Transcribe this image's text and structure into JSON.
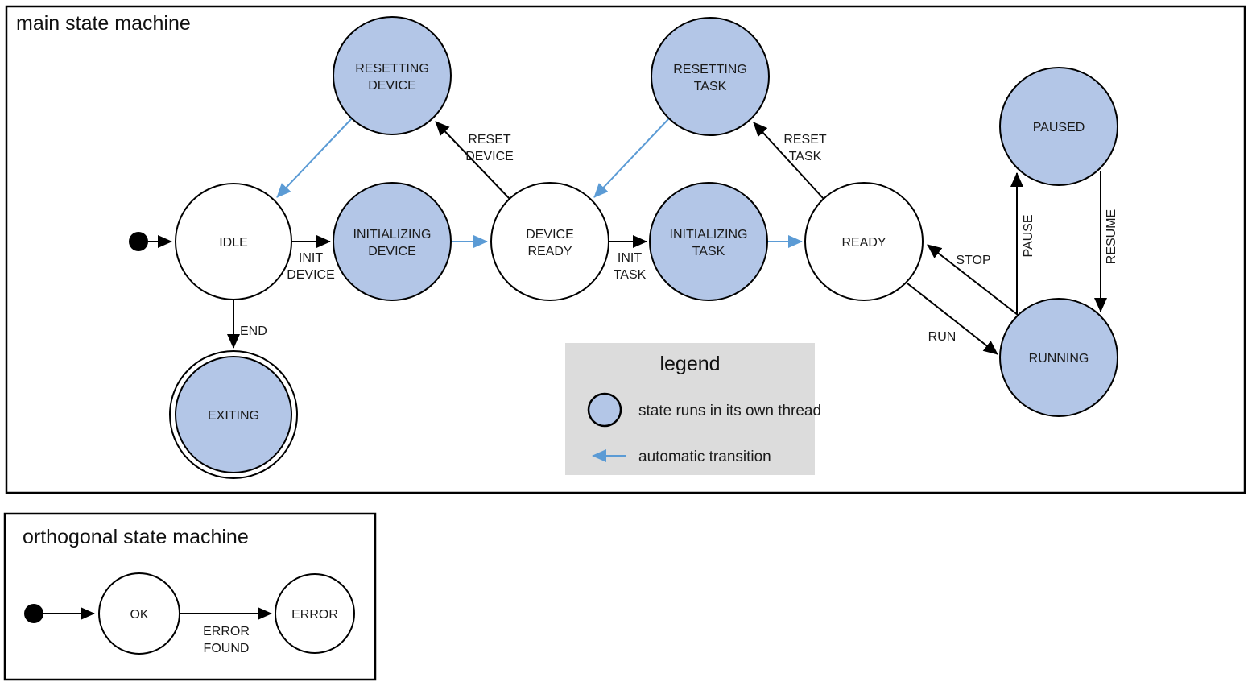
{
  "main": {
    "title": "main state machine",
    "states": {
      "resetting_device": {
        "line1": "RESETTING",
        "line2": "DEVICE"
      },
      "resetting_task": {
        "line1": "RESETTING",
        "line2": "TASK"
      },
      "paused": {
        "label": "PAUSED"
      },
      "idle": {
        "label": "IDLE"
      },
      "initializing_device": {
        "line1": "INITIALIZING",
        "line2": "DEVICE"
      },
      "device_ready": {
        "line1": "DEVICE",
        "line2": "READY"
      },
      "initializing_task": {
        "line1": "INITIALIZING",
        "line2": "TASK"
      },
      "ready": {
        "label": "READY"
      },
      "running": {
        "label": "RUNNING"
      },
      "exiting": {
        "label": "EXITING"
      }
    },
    "transitions": {
      "init_device": {
        "line1": "INIT",
        "line2": "DEVICE"
      },
      "reset_device": {
        "line1": "RESET",
        "line2": "DEVICE"
      },
      "init_task": {
        "line1": "INIT",
        "line2": "TASK"
      },
      "reset_task": {
        "line1": "RESET",
        "line2": "TASK"
      },
      "end": {
        "label": "END"
      },
      "run": {
        "label": "RUN"
      },
      "stop": {
        "label": "STOP"
      },
      "pause": {
        "label": "PAUSE"
      },
      "resume": {
        "label": "RESUME"
      }
    }
  },
  "legend": {
    "title": "legend",
    "thread_item": "state runs in its own thread",
    "auto_item": "automatic transition"
  },
  "orthogonal": {
    "title": "orthogonal state machine",
    "states": {
      "ok": {
        "label": "OK"
      },
      "error": {
        "label": "ERROR"
      }
    },
    "transitions": {
      "error_found": {
        "line1": "ERROR",
        "line2": "FOUND"
      }
    }
  },
  "colors": {
    "thread_state_fill": "#b3c6e7",
    "automatic_transition": "#5b9bd5",
    "legend_background": "#dcdcdc",
    "stroke": "#000000"
  }
}
